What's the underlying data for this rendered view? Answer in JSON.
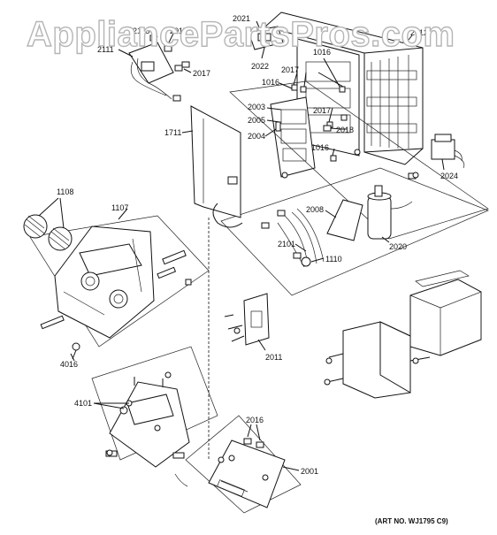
{
  "watermark": "AppliancePartsPros.com",
  "art_number": "(ART NO. WJ1795 C9)",
  "labels": {
    "l2021": "2021",
    "l2022": "2022",
    "l2012": "2012",
    "l2111": "2111",
    "l2115": "2115",
    "l2017a": "2017",
    "l2017top": "2017",
    "l2017b": "2017",
    "l2017c": "2017",
    "l1016a": "1016",
    "l1016b": "1016",
    "l1016c": "1016",
    "l2003": "2003",
    "l2005": "2005",
    "l2004": "2004",
    "l2018": "2018",
    "l1711": "1711",
    "l2024": "2024",
    "l1108": "1108",
    "l1107": "1107",
    "l2008": "2008",
    "l2101": "2101",
    "l1110": "1110",
    "l2020": "2020",
    "l4016": "4016",
    "l2011": "2011",
    "l4101": "4101",
    "l2016": "2016",
    "l2001": "2001"
  }
}
